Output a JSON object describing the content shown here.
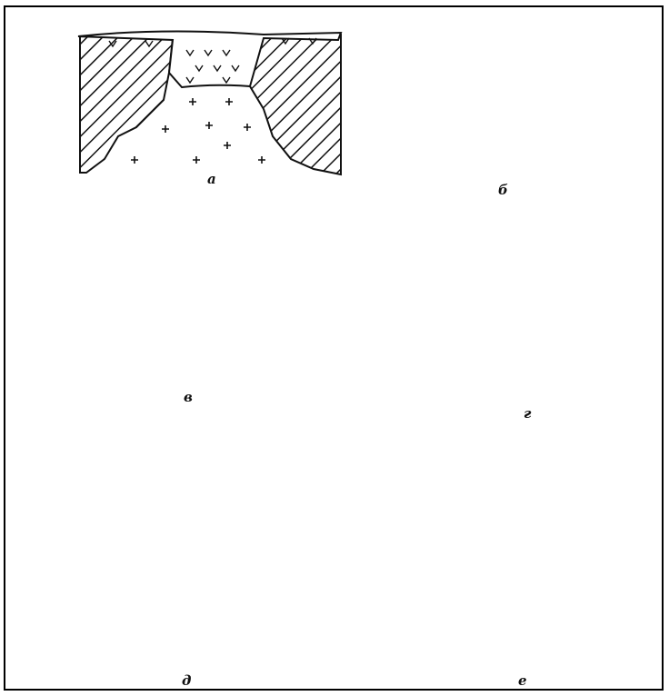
{
  "figure": {
    "panels": [
      {
        "id": "a",
        "label": "а"
      },
      {
        "id": "b",
        "label": "б"
      },
      {
        "id": "v",
        "label": "в"
      },
      {
        "id": "g",
        "label": "г"
      },
      {
        "id": "d",
        "label": "д"
      },
      {
        "id": "e",
        "label": "е"
      }
    ]
  },
  "colors": {
    "ink": "#111111",
    "paper": "#ffffff"
  }
}
